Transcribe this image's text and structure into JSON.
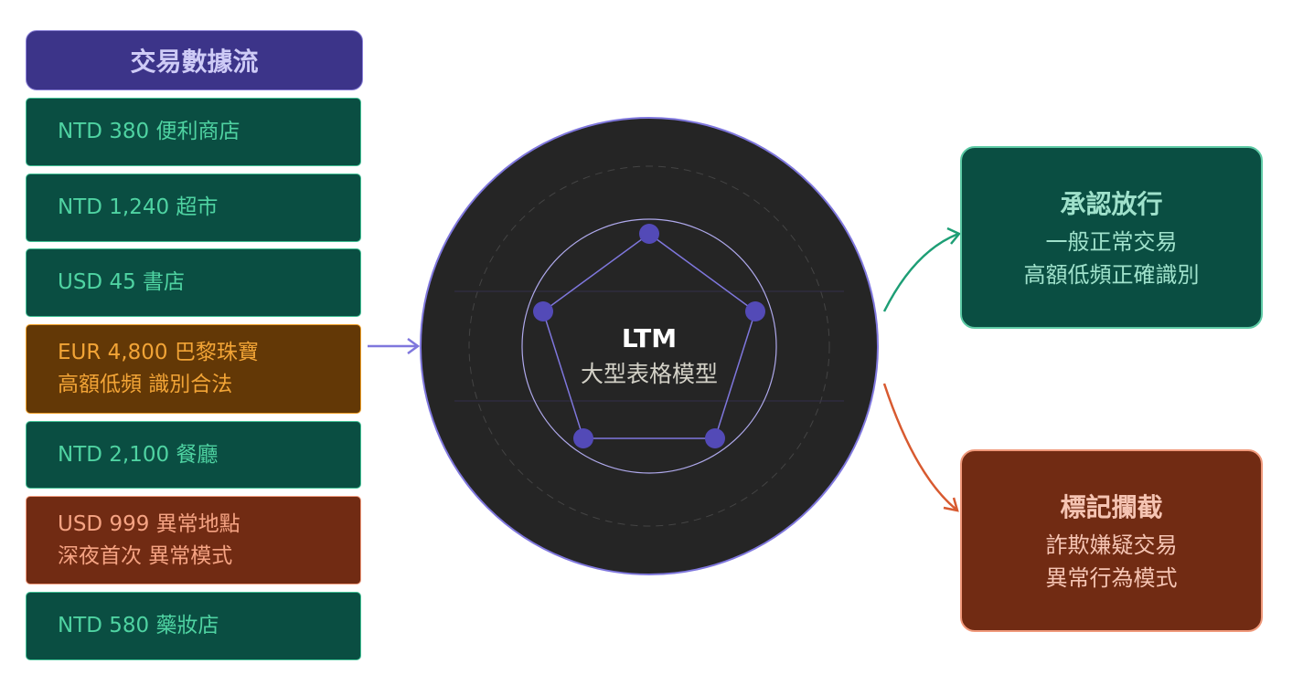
{
  "header": {
    "title": "交易數據流"
  },
  "transactions": [
    {
      "line1": "NTD 380 便利商店",
      "line2": "",
      "status": "normal"
    },
    {
      "line1": "NTD 1,240 超市",
      "line2": "",
      "status": "normal"
    },
    {
      "line1": "USD 45 書店",
      "line2": "",
      "status": "normal"
    },
    {
      "line1": "EUR 4,800 巴黎珠寶",
      "line2": "高額低頻 識別合法",
      "status": "unusual-legit"
    },
    {
      "line1": "NTD 2,100 餐廳",
      "line2": "",
      "status": "normal"
    },
    {
      "line1": "USD 999 異常地點",
      "line2": "深夜首次 異常模式",
      "status": "fraud"
    },
    {
      "line1": "NTD 580 藥妝店",
      "line2": "",
      "status": "normal"
    }
  ],
  "model": {
    "title": "LTM",
    "subtitle": "大型表格模型"
  },
  "outputs": {
    "approve": {
      "title": "承認放行",
      "line1": "一般正常交易",
      "line2": "高額低頻正確識別"
    },
    "flag": {
      "title": "標記攔截",
      "line1": "詐欺嫌疑交易",
      "line2": "異常行為模式"
    }
  },
  "colors": {
    "accent": "#534ab7",
    "green": "#1d9e75",
    "red": "#d85a30"
  }
}
